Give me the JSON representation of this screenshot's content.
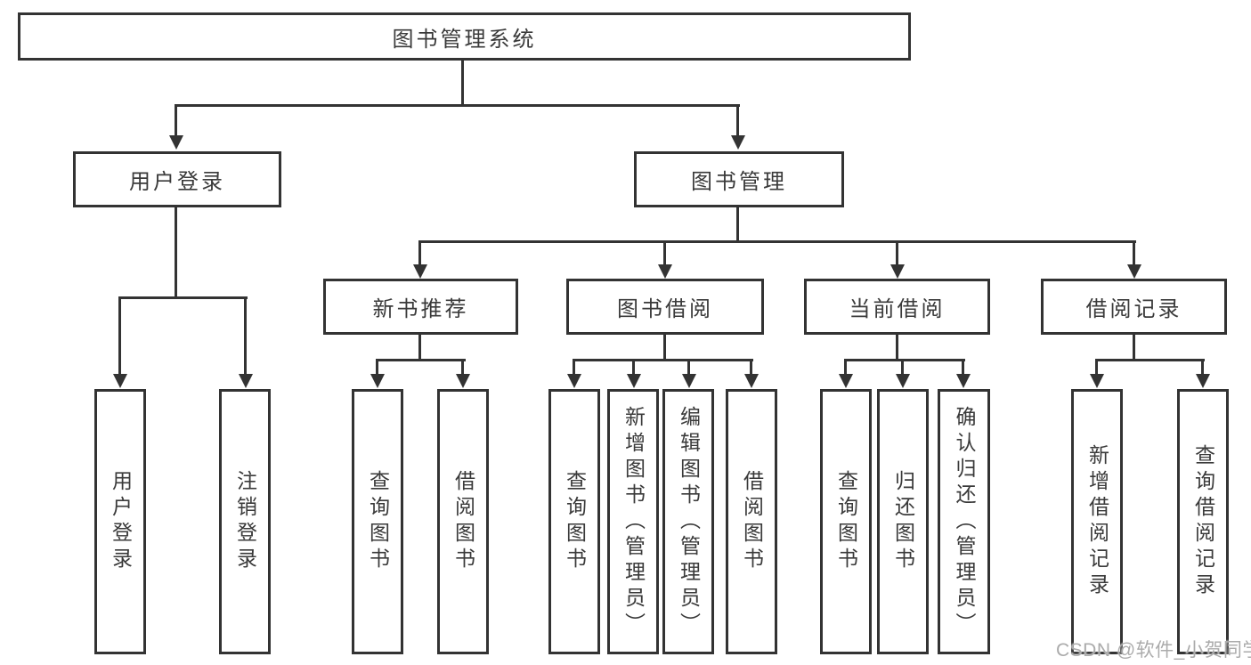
{
  "diagram_title": "图书管理系统",
  "tree": {
    "label": "图书管理系统",
    "children": [
      {
        "label": "用户登录",
        "children": [
          {
            "label": "用户登录"
          },
          {
            "label": "注销登录"
          }
        ]
      },
      {
        "label": "图书管理",
        "children": [
          {
            "label": "新书推荐",
            "children": [
              {
                "label": "查询图书"
              },
              {
                "label": "借阅图书"
              }
            ]
          },
          {
            "label": "图书借阅",
            "children": [
              {
                "label": "查询图书"
              },
              {
                "label": "新增图书（管理员）"
              },
              {
                "label": "编辑图书（管理员）"
              },
              {
                "label": "借阅图书"
              }
            ]
          },
          {
            "label": "当前借阅",
            "children": [
              {
                "label": "查询图书"
              },
              {
                "label": "归还图书"
              },
              {
                "label": "确认归还（管理员）"
              }
            ]
          },
          {
            "label": "借阅记录",
            "children": [
              {
                "label": "新增借阅记录"
              },
              {
                "label": "查询借阅记录"
              }
            ]
          }
        ]
      }
    ]
  },
  "watermark": {
    "text": "CSDN @软件_小贺同学"
  },
  "colors": {
    "background": "#ffffff",
    "line": "#333333",
    "text": "#3a3a3a",
    "watermark": "#ababab"
  }
}
